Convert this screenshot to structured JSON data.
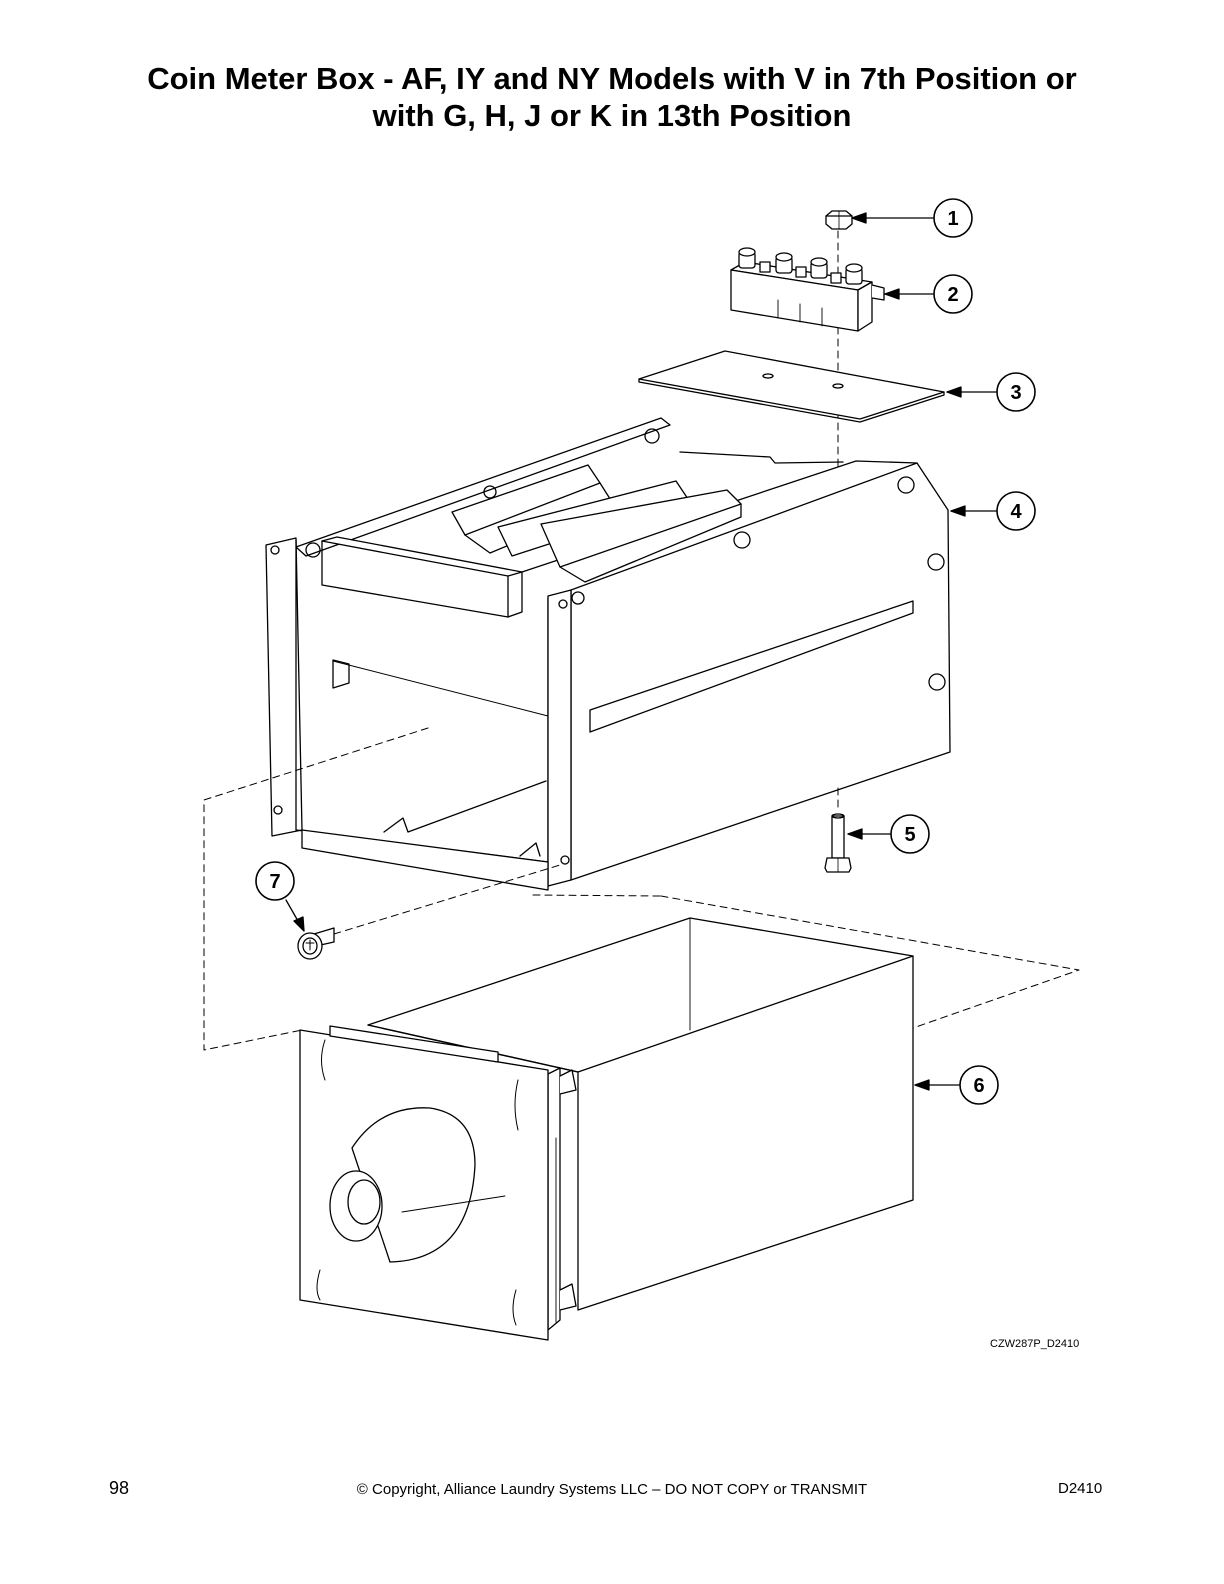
{
  "page": {
    "title_line1": "Coin Meter Box - AF, IY and NY Models with V in 7th Position or",
    "title_line2": "with G, H, J or K in 13th Position"
  },
  "diagram": {
    "drawing_code": "CZW287P_D2410",
    "callouts": [
      {
        "num": "1",
        "icon": "hex-nut"
      },
      {
        "num": "2",
        "icon": "coin-meter-terminal-block"
      },
      {
        "num": "3",
        "icon": "insulator-plate"
      },
      {
        "num": "4",
        "icon": "coin-box-housing"
      },
      {
        "num": "5",
        "icon": "hex-bolt"
      },
      {
        "num": "6",
        "icon": "coin-drawer-with-lock"
      },
      {
        "num": "7",
        "icon": "screw"
      }
    ]
  },
  "footer": {
    "page_number": "98",
    "copyright": "© Copyright, Alliance Laundry Systems LLC – DO NOT COPY or TRANSMIT",
    "doc_code": "D2410"
  }
}
